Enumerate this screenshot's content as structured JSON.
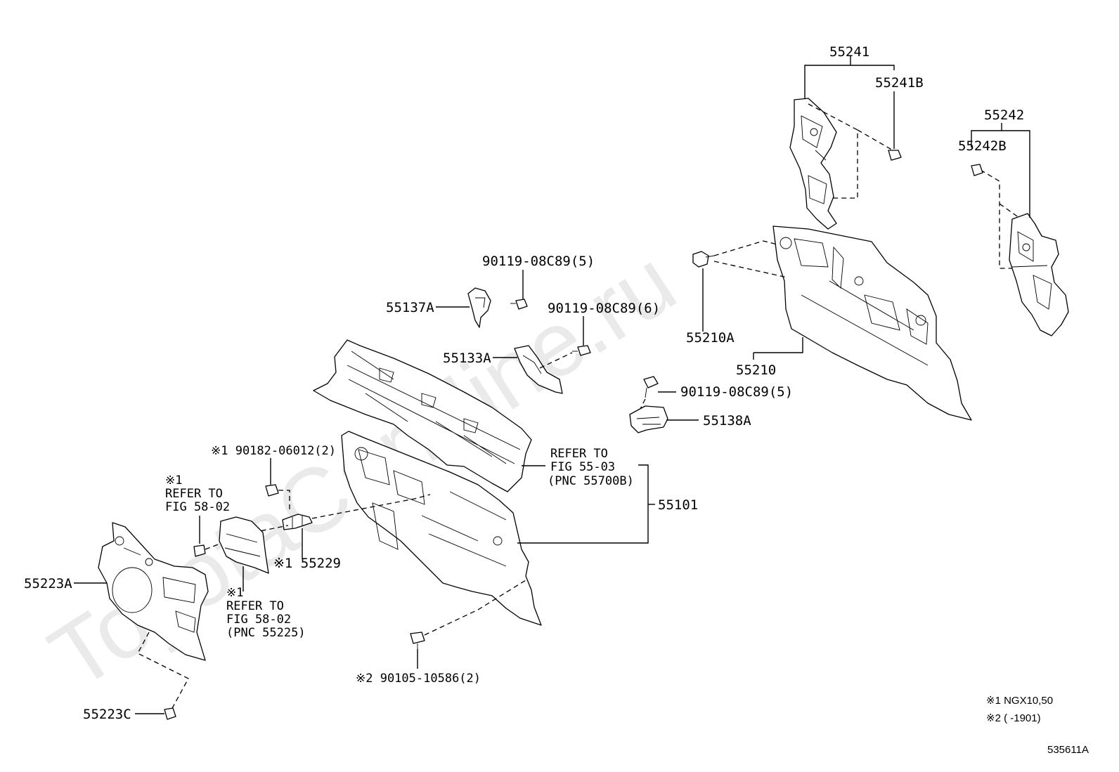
{
  "watermark": "ToyotaCarMine.ru",
  "parts": {
    "p55241": "55241",
    "p55241B": "55241B",
    "p55242": "55242",
    "p55242B": "55242B",
    "p55210A": "55210A",
    "p55210": "55210",
    "p90119_5a": "90119-08C89(5)",
    "p55137A": "55137A",
    "p90119_6": "90119-08C89(6)",
    "p55133A": "55133A",
    "p90119_5b": "90119-08C89(5)",
    "p55138A": "55138A",
    "p90182": "※1 90182-06012(2)",
    "p55101": "55101",
    "p55229": "※1 55229",
    "p55223A": "55223A",
    "p55223C": "55223C",
    "p90105": "※2 90105-10586(2)"
  },
  "refs": {
    "r5503_l1": "REFER TO",
    "r5503_l2": "FIG 55-03",
    "r5503_l3": "(PNC 55700B)",
    "r5802a_l0": "※1",
    "r5802a_l1": "REFER TO",
    "r5802a_l2": "FIG 58-02",
    "r5802b_l0": "※1",
    "r5802b_l1": "REFER TO",
    "r5802b_l2": "FIG 58-02",
    "r5802b_l3": "(PNC 55225)"
  },
  "footnotes": {
    "n1": "※1 NGX10,50",
    "n2": "※2 (      -1901)"
  },
  "figure_id": "535611A"
}
